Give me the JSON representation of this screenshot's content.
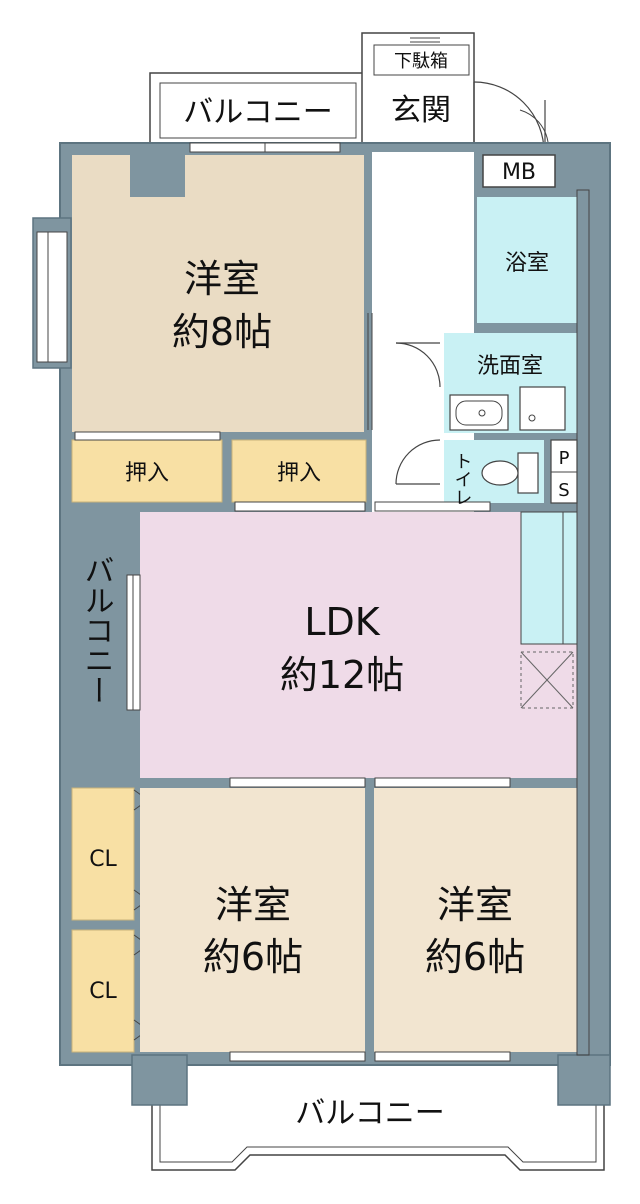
{
  "labels": {
    "entrance_box": "下駄箱",
    "entrance": "玄関",
    "meter_box": "MB",
    "balcony_top": "バルコニー",
    "balcony_left": "バルコニー",
    "balcony_bottom": "バルコニー",
    "bath": "浴室",
    "washroom": "洗面室",
    "toilet": "トイレ",
    "pipe_space_1": "P",
    "pipe_space_2": "S",
    "bedroom_a_name": "洋室",
    "bedroom_a_size": "約8帖",
    "oshiire_1": "押入",
    "oshiire_2": "押入",
    "ldk_name": "LDK",
    "ldk_size": "約12帖",
    "closet_1": "CL",
    "closet_2": "CL",
    "bedroom_b_name": "洋室",
    "bedroom_b_size": "約6帖",
    "bedroom_c_name": "洋室",
    "bedroom_c_size": "約6帖"
  },
  "colors": {
    "wall": "#7f95a0",
    "wall_edge": "#5d7480",
    "bedroom_large": "#eadcc4",
    "bedroom_small": "#f2e5d0",
    "storage": "#f8e0a4",
    "ldk": "#efdbe8",
    "water": "#c9f1f4",
    "hall": "#ffffff"
  }
}
